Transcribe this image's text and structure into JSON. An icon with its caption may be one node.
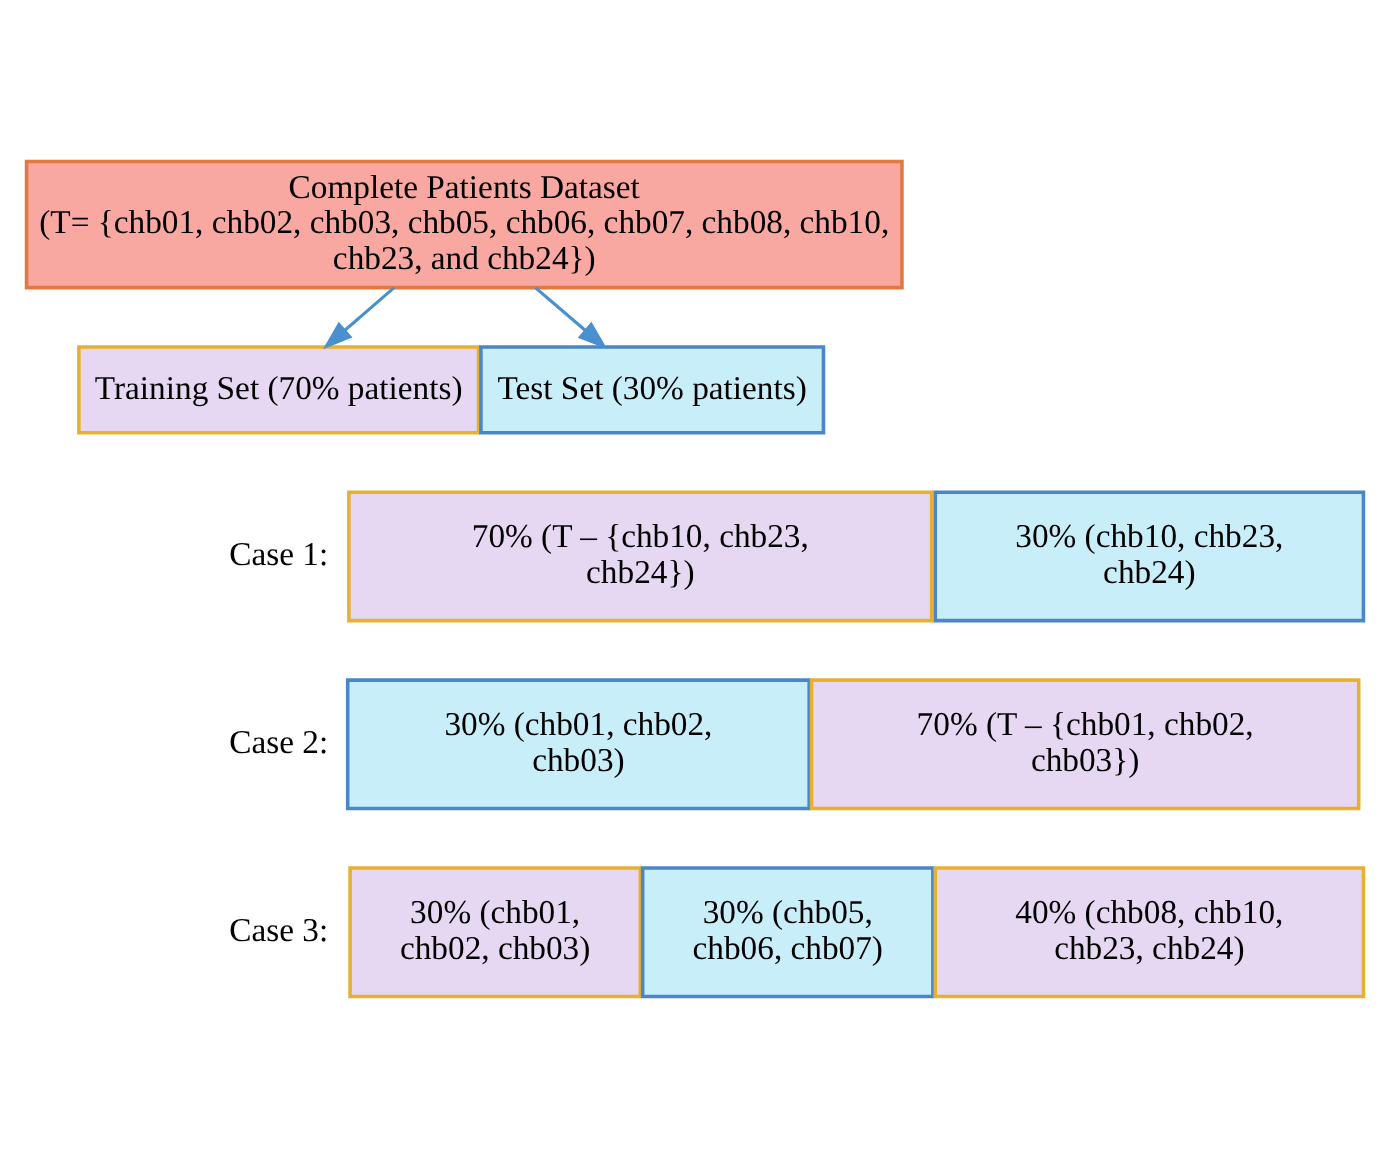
{
  "diagram": {
    "nodes": [
      {
        "text": [
          "Complete Patients Dataset",
          "(T= {chb01, chb02, chb03, chb05, chb06, chb07, chb08, chb10, chb23, and chb24})"
        ]
      },
      {
        "text": [
          "Training Set (70% patients)"
        ]
      },
      {
        "text": [
          "Test Set (30% patients)"
        ]
      },
      {
        "text": [
          "70% (T – {chb10, chb23, chb24})"
        ]
      },
      {
        "text": [
          "30% (chb10, chb23, chb24)"
        ]
      },
      {
        "text": [
          "30% (chb01, chb02, chb03)"
        ]
      },
      {
        "text": [
          "70% (T – {chb01, chb02, chb03})"
        ]
      },
      {
        "text": [
          "30% (chb01, chb02, chb03)"
        ]
      },
      {
        "text": [
          "30% (chb05, chb06, chb07)"
        ]
      },
      {
        "text": [
          "40% (chb08, chb10, chb23, chb24)"
        ]
      }
    ],
    "edges": [
      {
        "from": 0,
        "to": 1,
        "arrow": "to"
      },
      {
        "from": 0,
        "to": 2,
        "arrow": "to"
      }
    ],
    "labels": [
      "Case 1:",
      "Case 2:",
      "Case 3:"
    ]
  }
}
